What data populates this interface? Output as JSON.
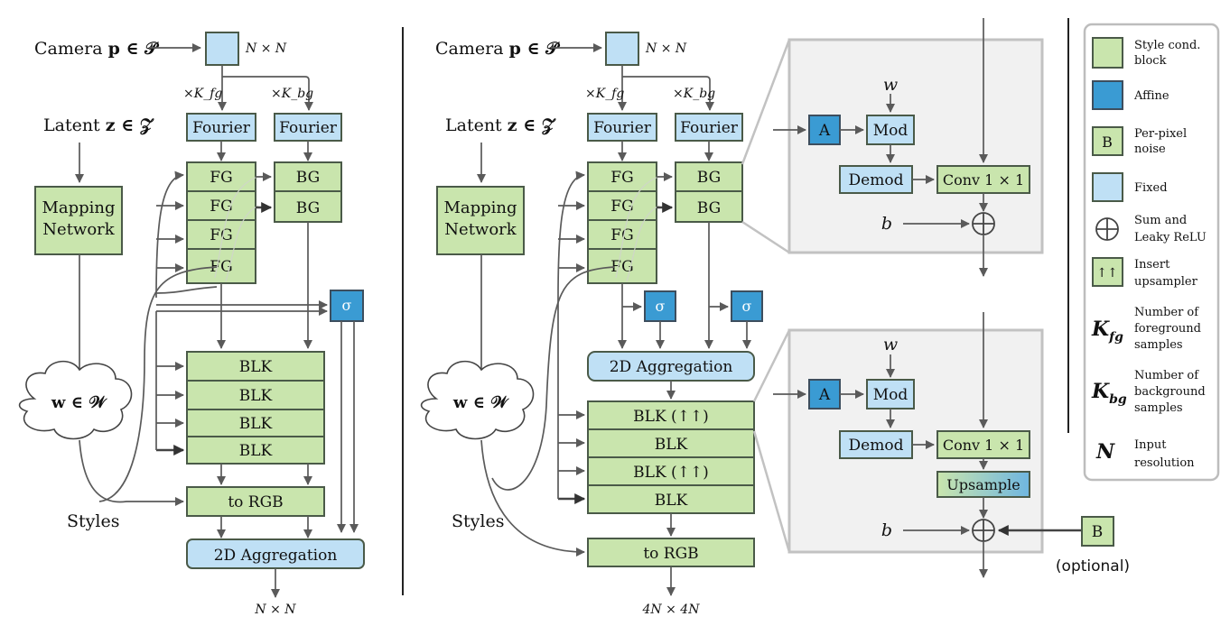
{
  "left": {
    "camera_label": "Camera",
    "camera_var": "p ∈ 𝒫",
    "nn_top": "N × N",
    "kfg": "×K_fg",
    "kbg": "×K_bg",
    "fourier": "Fourier",
    "latent_label": "Latent",
    "latent_var": "z ∈ 𝒵",
    "mapping_line1": "Mapping",
    "mapping_line2": "Network",
    "w_cloud": "w ∈ 𝒲",
    "styles": "Styles",
    "fg": "FG",
    "bg": "BG",
    "sigma": "σ",
    "blk": "BLK",
    "to_rgb": "to RGB",
    "agg": "2D Aggregation",
    "out": "N × N"
  },
  "right": {
    "camera_label": "Camera",
    "camera_var": "p ∈ 𝒫",
    "nn_top": "N × N",
    "kfg": "×K_fg",
    "kbg": "×K_bg",
    "fourier": "Fourier",
    "latent_label": "Latent",
    "latent_var": "z ∈ 𝒵",
    "mapping_line1": "Mapping",
    "mapping_line2": "Network",
    "w_cloud": "w ∈ 𝒲",
    "styles": "Styles",
    "fg": "FG",
    "bg": "BG",
    "sigma": "σ",
    "agg": "2D Aggregation",
    "blk_up": "BLK (↑↑)",
    "blk": "BLK",
    "to_rgb": "to RGB",
    "out": "4N × 4N"
  },
  "detail_top": {
    "w": "w",
    "a": "A",
    "mod": "Mod",
    "demod": "Demod",
    "conv": "Conv 1 × 1",
    "b": "b"
  },
  "detail_bottom": {
    "w": "w",
    "a": "A",
    "mod": "Mod",
    "demod": "Demod",
    "conv": "Conv 1 × 1",
    "upsample": "Upsample",
    "b": "b",
    "noise": "B",
    "optional": "(optional)"
  },
  "legend": {
    "style_block": [
      "Style cond.",
      "block"
    ],
    "affine": [
      "Affine"
    ],
    "noise_box": "B",
    "noise": [
      "Per-pixel",
      "noise"
    ],
    "fixed": [
      "Fixed"
    ],
    "sum": [
      "Sum and",
      "Leaky ReLU"
    ],
    "up_box": "↑↑",
    "insert": [
      "Insert",
      "upsampler"
    ],
    "kfg_sym": "K_fg",
    "kfg": [
      "Number of",
      "foreground",
      "samples"
    ],
    "kbg_sym": "K_bg",
    "kbg": [
      "Number of",
      "background",
      "samples"
    ],
    "n_sym": "N",
    "n": [
      "Input",
      "resolution"
    ]
  },
  "colors": {
    "green": "#c9e5ad",
    "light_blue": "#bfe0f5",
    "dark_blue": "#3a9bd3",
    "panel": "#f1f1f1"
  }
}
